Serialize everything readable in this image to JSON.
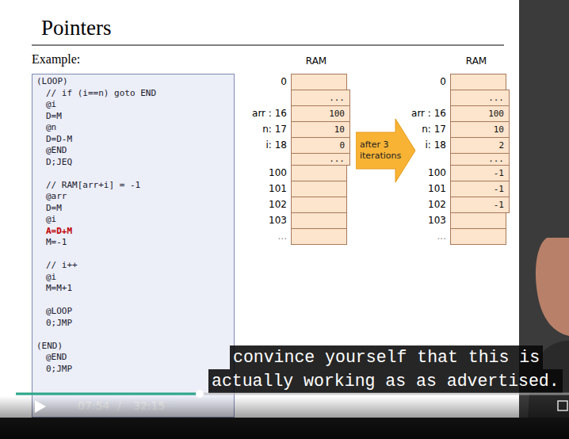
{
  "diagram": {
    "title": "Pointers",
    "nodes": [
      {
        "text": [
          "(LOOP)",
          "// if (i==n) goto END",
          "@i",
          "D=M",
          "@n",
          "D=D-M",
          "@END",
          "D;JEQ",
          "// RAM[arr+i] = -1",
          "@arr",
          "D=M",
          "@i",
          "A=D+M",
          "M=-1",
          "// i++",
          "@i",
          "M=M+1",
          "@LOOP",
          "0;JMP",
          "(END)",
          "@END",
          "0;JMP"
        ]
      },
      {
        "text": [
          "..."
        ]
      },
      {
        "text": [
          "100"
        ]
      },
      {
        "text": [
          "10"
        ]
      },
      {
        "text": [
          "0"
        ]
      },
      {
        "text": [
          "..."
        ]
      },
      {
        "text": [
          "after 3 iterations"
        ]
      },
      {
        "text": [
          "..."
        ]
      },
      {
        "text": [
          "100"
        ]
      },
      {
        "text": [
          "10"
        ]
      },
      {
        "text": [
          "2"
        ]
      },
      {
        "text": [
          "..."
        ]
      },
      {
        "text": [
          "-1"
        ]
      },
      {
        "text": [
          "-1"
        ]
      },
      {
        "text": [
          "-1"
        ]
      }
    ],
    "labels": [
      "Example:",
      "RAM",
      "0",
      "arr : 16",
      "n: 17",
      "i: 18",
      "100",
      "101",
      "102",
      "103",
      "...",
      "RAM",
      "0",
      "arr : 16",
      "n: 17",
      "i: 18",
      "100",
      "101",
      "102",
      "103",
      "...",
      "convince yourself that this is",
      "actually working as as advertised.",
      "07:54",
      "/",
      "32:15"
    ]
  }
}
